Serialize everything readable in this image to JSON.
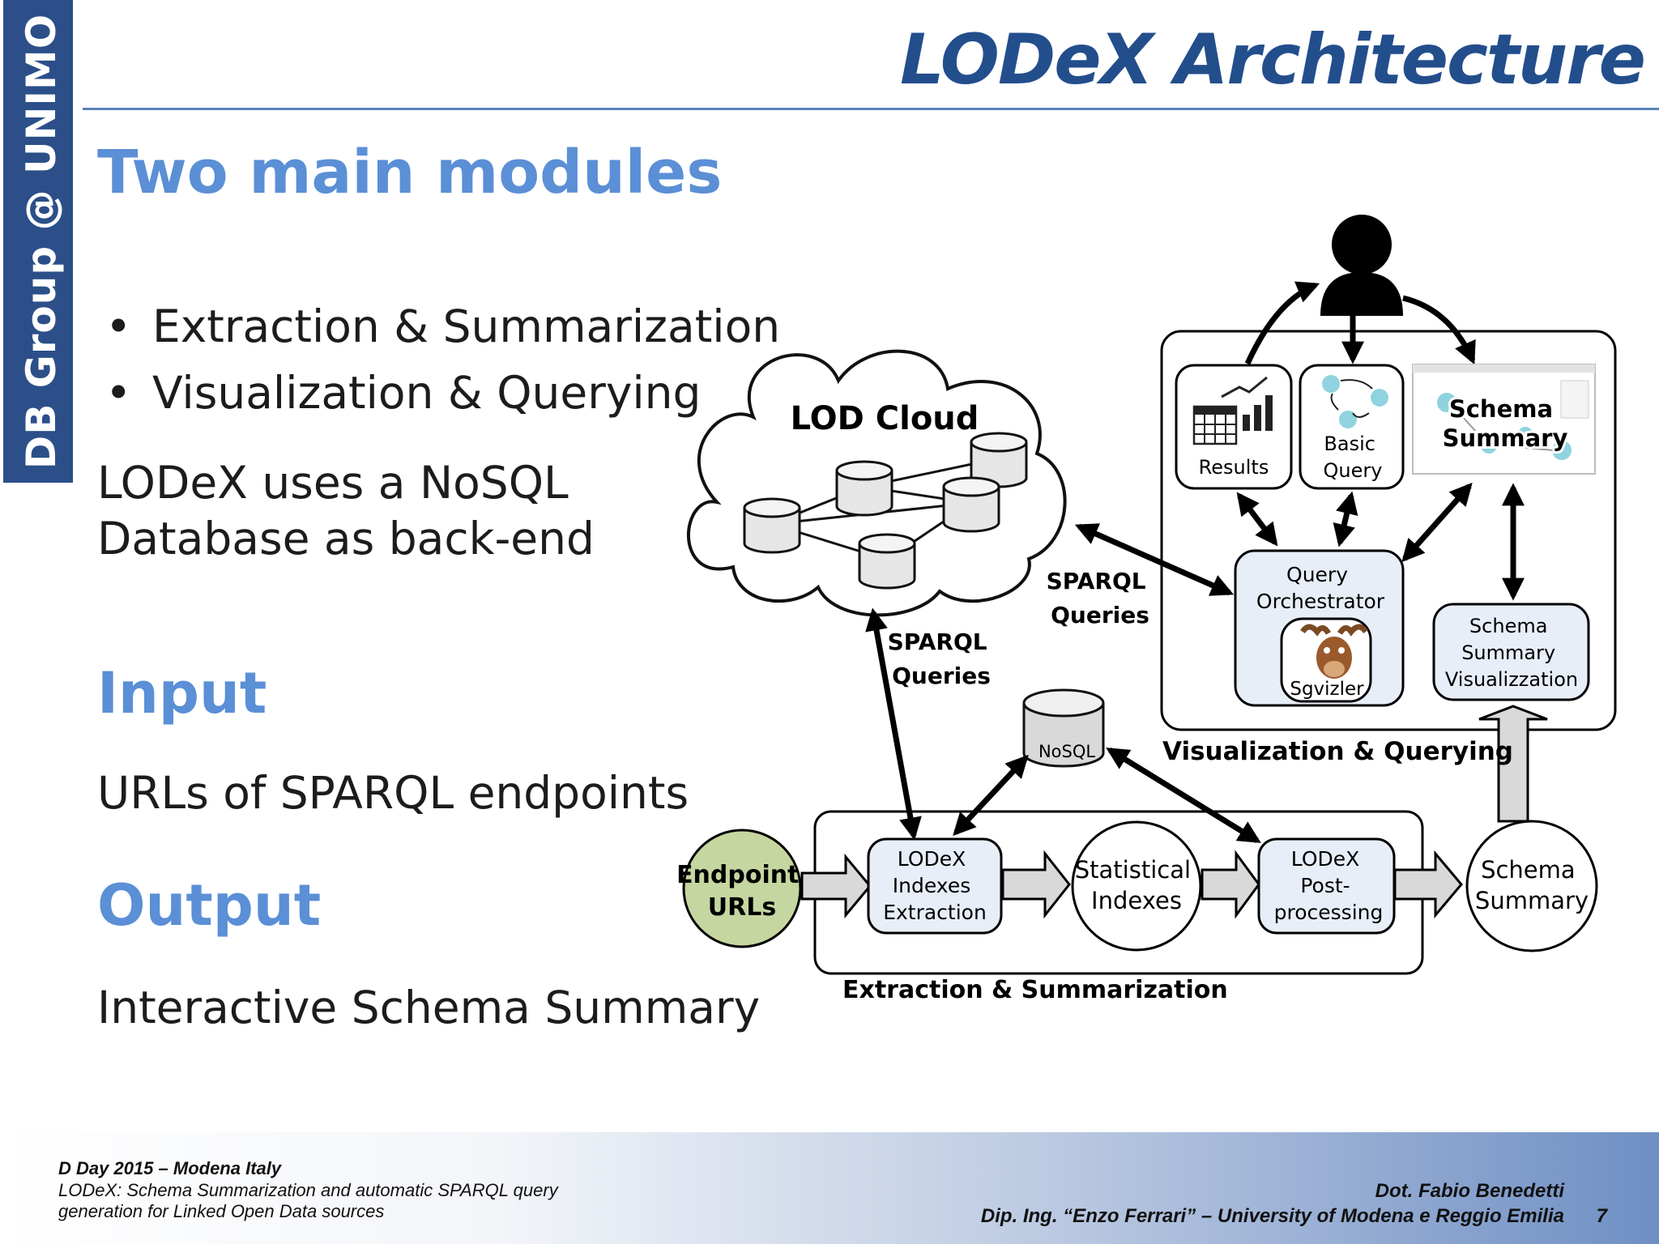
{
  "slide": {
    "title": "LODeX Architecture",
    "side_banner": "DB Group @ UNIMO",
    "modules_heading": "Two main modules",
    "bullets": [
      "Extraction & Summarization",
      "Visualization & Querying"
    ],
    "nosql_line1": "LODeX uses a NoSQL",
    "nosql_line2": "Database as back-end",
    "input_heading": "Input",
    "input_text": "URLs of SPARQL endpoints",
    "output_heading": "Output",
    "output_text": "Interactive Schema Summary"
  },
  "diagram": {
    "lod_cloud": "LOD Cloud",
    "sparql_left": [
      "SPARQL",
      "Queries"
    ],
    "sparql_right": [
      "SPARQL",
      "Queries"
    ],
    "nosql_db": "NoSQL",
    "endpoint_urls": [
      "Endpoint",
      "URLs"
    ],
    "indexes_extraction": [
      "LODeX",
      "Indexes",
      "Extraction"
    ],
    "statistical_indexes": [
      "Statistical",
      "Indexes"
    ],
    "post_processing": [
      "LODeX",
      "Post-",
      "processing"
    ],
    "schema_summary_output": [
      "Schema",
      "Summary"
    ],
    "extraction_label": "Extraction & Summarization",
    "visualization_label": "Visualization & Querying",
    "results": "Results",
    "basic_query": [
      "Basic",
      "Query"
    ],
    "schema_summary_thumb": [
      "Schema",
      "Summary"
    ],
    "query_orchestrator": [
      "Query",
      "Orchestrator"
    ],
    "sgvizler": "Sgvizler",
    "schema_summary_vis": [
      "Schema",
      "Summary",
      "Visualizzation"
    ],
    "colors": {
      "endpoint_fill": "#c5d6a0",
      "module_fill": "#e8eef8",
      "node_blue": "#8fd3e0",
      "arrow_gray": "#d9d9d9"
    }
  },
  "footer": {
    "event": "D Day 2015 – Modena Italy",
    "paper_line1": "LODeX: Schema Summarization and automatic SPARQL query",
    "paper_line2": "generation for Linked Open Data sources",
    "author": "Dot. Fabio Benedetti",
    "affiliation": "Dip. Ing. “Enzo Ferrari” – University of Modena e Reggio Emilia",
    "page": "7"
  }
}
